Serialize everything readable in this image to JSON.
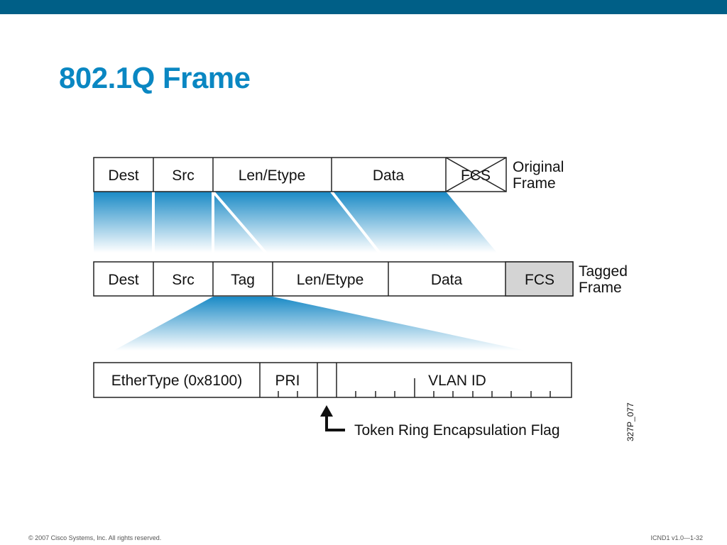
{
  "slide": {
    "title": "802.1Q Frame",
    "copyright": "© 2007 Cisco Systems, Inc. All rights reserved.",
    "course_code": "ICND1 v1.0—1-32"
  },
  "diagram": {
    "original_frame": {
      "label_line1": "Original",
      "label_line2": "Frame",
      "fields": [
        "Dest",
        "Src",
        "Len/Etype",
        "Data",
        "FCS"
      ]
    },
    "tagged_frame": {
      "label_line1": "Tagged",
      "label_line2": "Frame",
      "fields": [
        "Dest",
        "Src",
        "Tag",
        "Len/Etype",
        "Data",
        "FCS"
      ]
    },
    "tag_detail": {
      "fields": [
        "EtherType (0x8100)",
        "PRI",
        "VLAN ID"
      ]
    },
    "callout": "Token Ring Encapsulation Flag",
    "figure_code": "327P_077",
    "colors": {
      "accent": "#0a87c2",
      "bar": "#005f87",
      "gradient_top": "#1a8ac6",
      "fcs_fill": "#d4d4d4"
    }
  }
}
